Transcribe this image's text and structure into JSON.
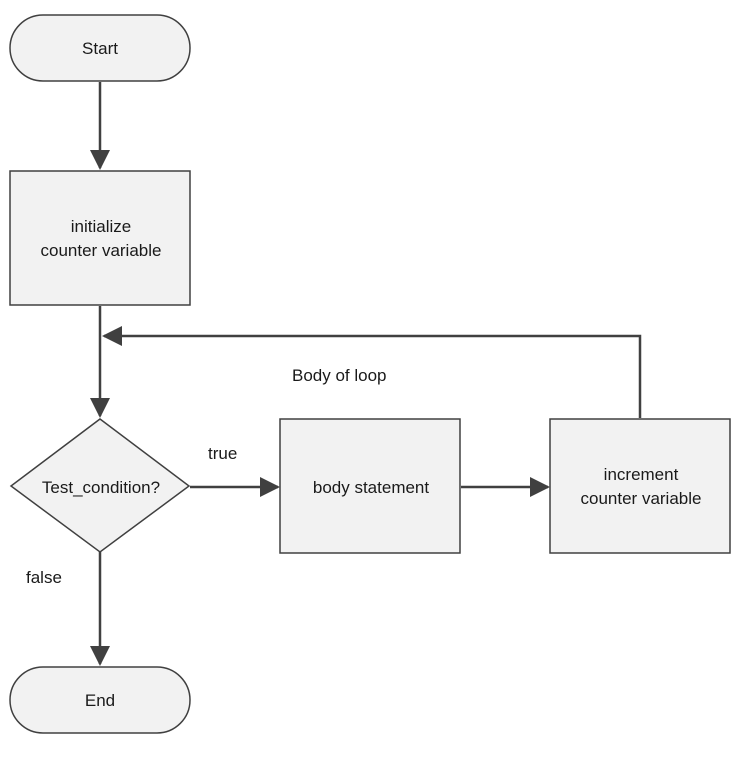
{
  "diagram": {
    "type": "flowchart",
    "colors": {
      "node_fill": "#f2f2f2",
      "node_stroke": "#404040",
      "edge": "#404040",
      "text": "#1a1a1a"
    },
    "nodes": {
      "start": {
        "shape": "terminator",
        "label": "Start"
      },
      "init": {
        "shape": "process",
        "label_line1": "initialize",
        "label_line2": "counter variable"
      },
      "test": {
        "shape": "decision",
        "label": "Test_condition?"
      },
      "body": {
        "shape": "process",
        "label": "body statement"
      },
      "increment": {
        "shape": "process",
        "label_line1": "increment",
        "label_line2": "counter variable"
      },
      "end": {
        "shape": "terminator",
        "label": "End"
      }
    },
    "edges": {
      "start_to_init": {
        "from": "start",
        "to": "init"
      },
      "init_to_test": {
        "from": "init",
        "to": "test"
      },
      "test_to_body": {
        "from": "test",
        "to": "body",
        "label": "true"
      },
      "body_to_increment": {
        "from": "body",
        "to": "increment"
      },
      "increment_loop_back": {
        "from": "increment",
        "to": "test"
      },
      "test_to_end": {
        "from": "test",
        "to": "end",
        "label": "false"
      }
    },
    "annotations": {
      "loop_label": "Body of loop"
    }
  }
}
